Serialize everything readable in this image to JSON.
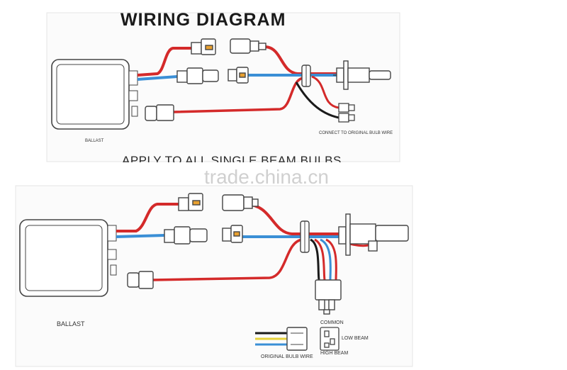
{
  "title": "WIRING DIAGRAM",
  "subtitle": "APPLY TO ALL SINGLE BEAM BULBS",
  "watermark": "trade.china.cn",
  "labels": {
    "ballast_top": "BALLAST",
    "connect_note": "CONNECT TO ORIGINAL BULB WIRE",
    "ballast_bottom": "BALLAST",
    "common": "COMMON",
    "low_beam": "LOW BEAM",
    "high_beam": "HIGH BEAM",
    "original_bulb_wire": "ORIGINAL BULB WIRE"
  },
  "colors": {
    "red_wire": "#d42a2a",
    "blue_wire": "#3a8fd6",
    "black_wire": "#1a1a1a",
    "yellow_wire": "#e6d23a",
    "outline": "#444444"
  }
}
